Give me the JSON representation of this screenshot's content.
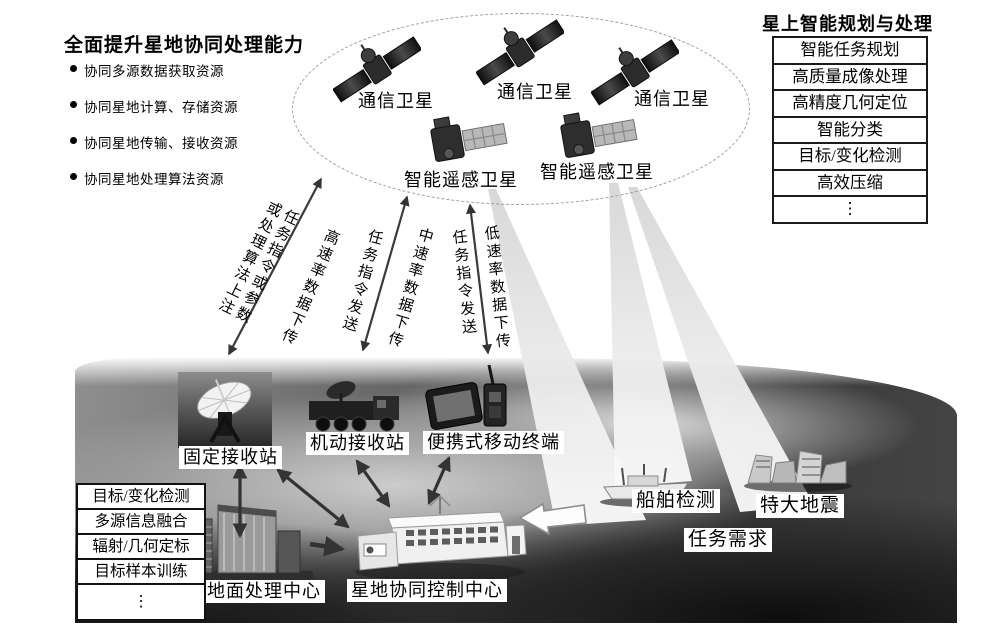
{
  "capabilities_panel": {
    "title": "全面提升星地协同处理能力",
    "bullets": [
      "协同多源数据获取资源",
      "协同星地计算、存储资源",
      "协同星地传输、接收资源",
      "协同星地处理算法资源"
    ]
  },
  "onboard_panel": {
    "title": "星上智能规划与处理",
    "rows": [
      "智能任务规划",
      "高质量成像处理",
      "高精度几何定位",
      "智能分类",
      "目标/变化检测",
      "高效压缩",
      "⋮"
    ]
  },
  "constellation": {
    "comm_sat_labels": [
      "通信卫星",
      "通信卫星",
      "通信卫星"
    ],
    "remote_sat_labels": [
      "智能遥感卫星",
      "智能遥感卫星"
    ]
  },
  "links": [
    {
      "uplink_line1": "任务指令或参数",
      "uplink_line2": "或处理算法上注",
      "downlink": "高速率数据下传"
    },
    {
      "uplink": "任务指令发送",
      "downlink": "中速率数据下传"
    },
    {
      "uplink": "任务指令发送",
      "downlink": "低速率数据下传"
    }
  ],
  "ground": {
    "fixed_station": "固定接收站",
    "mobile_station": "机动接收站",
    "portable_terminal": "便携式移动终端",
    "processing_center": "地面处理中心",
    "control_center": "星地协同控制中心",
    "ship_detection": "船舶检测",
    "earthquake": "特大地震",
    "task_demand": "任务需求"
  },
  "ground_capabilities": {
    "rows": [
      "目标/变化检测",
      "多源信息融合",
      "辐射/几何定标",
      "目标样本训练",
      "⋮"
    ]
  }
}
